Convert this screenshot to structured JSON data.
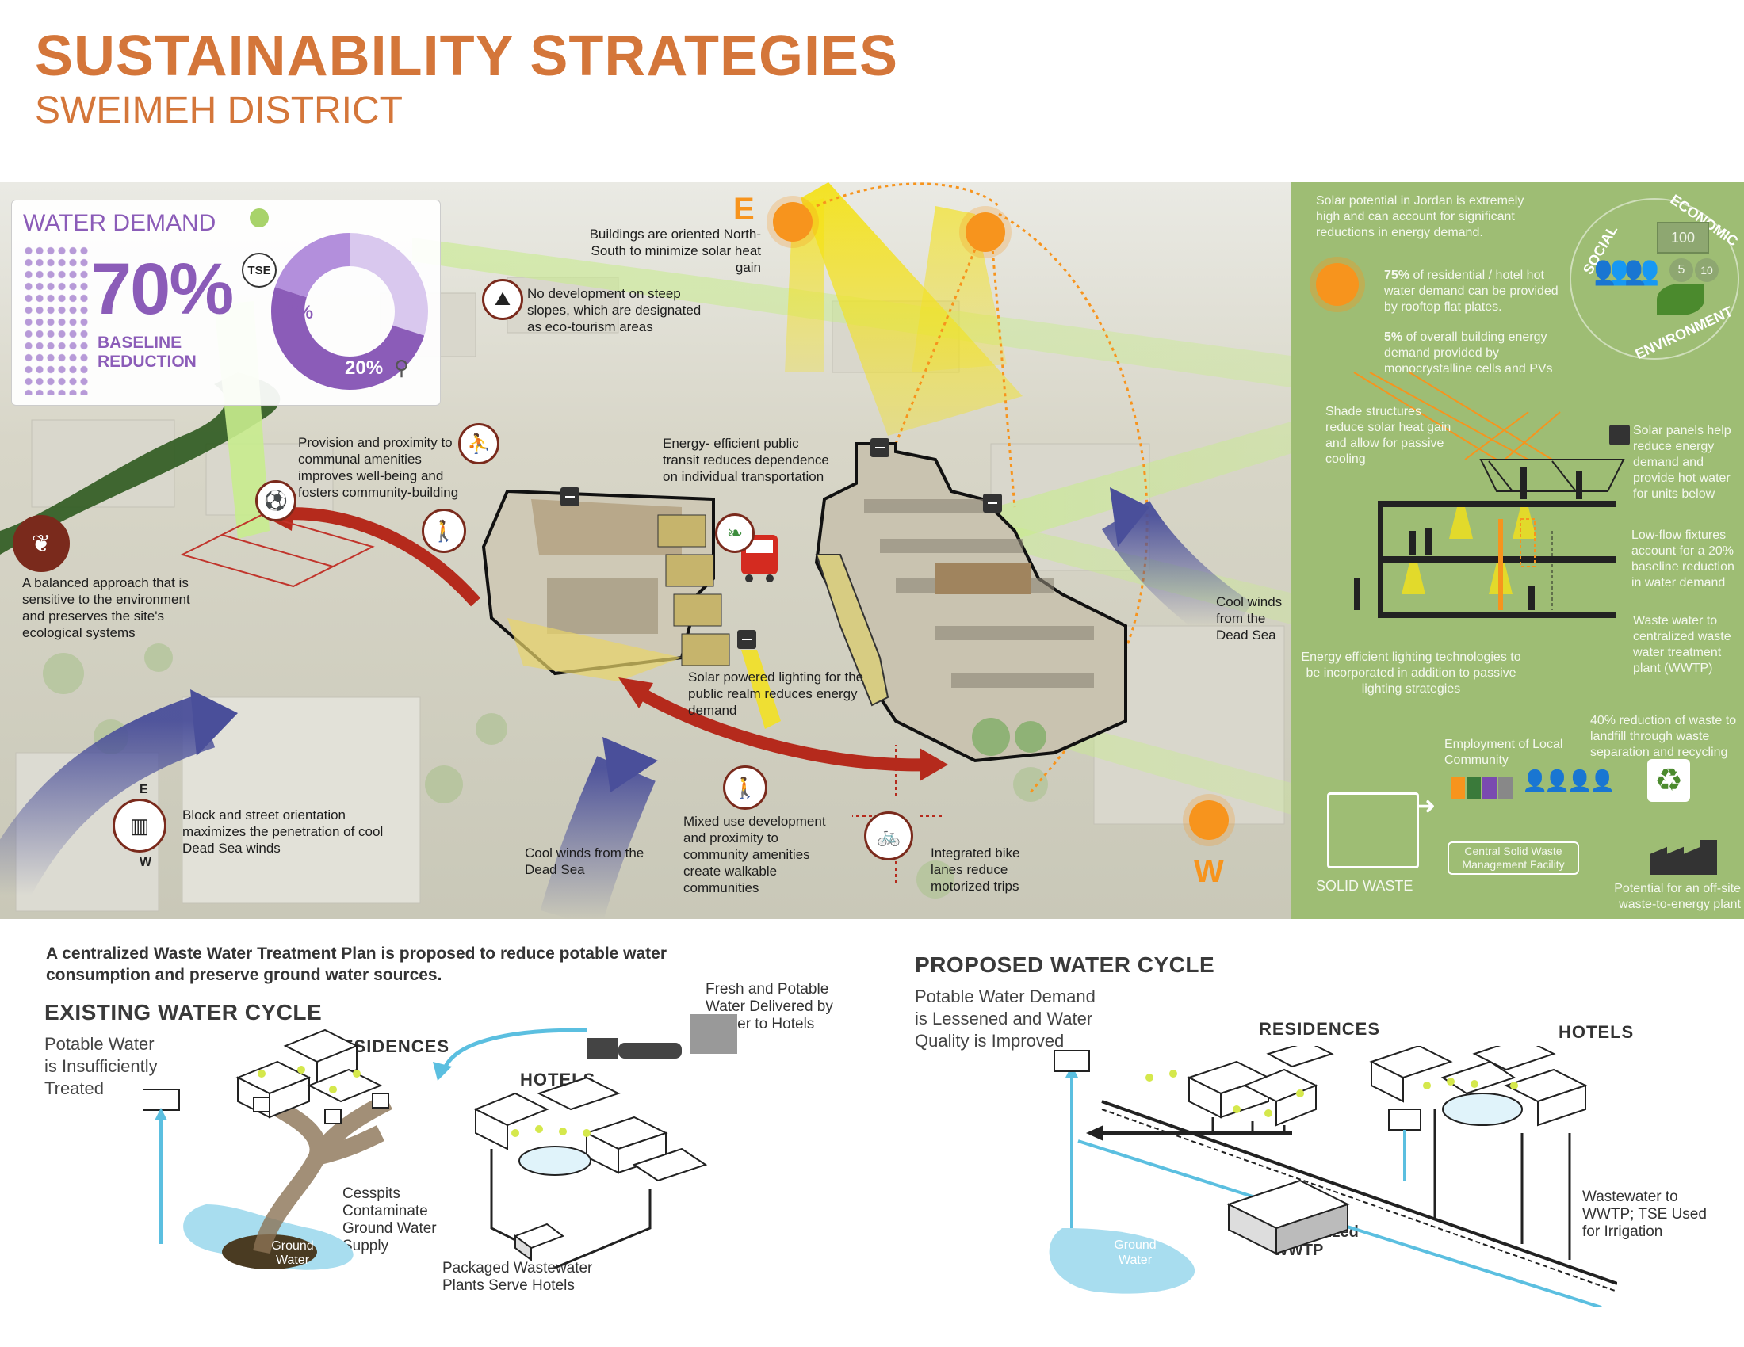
{
  "header": {
    "title": "SUSTAINABILITY STRATEGIES",
    "subtitle": "SWEIMEH DISTRICT"
  },
  "water_demand": {
    "heading": "WATER DEMAND",
    "percent": "70%",
    "baseline_label": "BASELINE",
    "reduction_label": "REDUCTION",
    "tse_label": "TSE",
    "donut_tse": "50%",
    "donut_low_flow": "20%",
    "tse_share": 0.5,
    "low_flow_share": 0.2
  },
  "sun": {
    "east": "E",
    "west": "W"
  },
  "hero_notes": {
    "orientation": "Buildings are oriented North-South to minimize solar heat gain",
    "steep_slopes": "No development on steep slopes, which are designated as eco-tourism areas",
    "amenities": "Provision and proximity to communal amenities improves well-being and fosters community-building",
    "balanced": "A balanced approach that is sensitive to the environment and preserves the site's ecological systems",
    "transit": "Energy- efficient public transit reduces dependence on individual transportation",
    "cool_winds_right": "Cool winds from the Dead Sea",
    "solar_lighting": "Solar powered lighting for the public realm reduces energy demand",
    "block_orientation": "Block and street orientation maximizes the penetration of cool Dead Sea winds",
    "cool_winds_bottom": "Cool winds from the Dead Sea",
    "mixed_use": "Mixed use development and proximity to community amenities create walkable communities",
    "bike": "Integrated bike lanes reduce motorized trips",
    "compass_e": "E",
    "compass_w": "W"
  },
  "green_panel": {
    "solar_potential": "Solar potential in Jordan is extremely high and can account for significant reductions in energy demand.",
    "hot_water_pct": "75%",
    "hot_water_text": "of residential / hotel hot water demand can be provided by rooftop flat plates.",
    "building_pct": "5%",
    "building_text": "of overall building energy demand provided by monocrystalline cells and PVs",
    "shade": "Shade structures reduce solar heat gain and allow for passive cooling",
    "solar_panels": "Solar panels help reduce energy demand and provide hot water for units below",
    "low_flow": "Low-flow fixtures account for a 20% baseline reduction in water demand",
    "waste_water": "Waste water to centralized waste water treatment plant (WWTP)",
    "lighting": "Energy efficient lighting technologies to be incorporated in addition to passive lighting strategies",
    "employment": "Employment of Local Community",
    "landfill": "40% reduction of waste to landfill through waste separation and recycling",
    "solid_waste": "SOLID WASTE",
    "facility": "Central Solid Waste Management Facility",
    "waste_energy": "Potential for an off-site waste-to-energy plant",
    "ring_social": "SOCIAL",
    "ring_economic": "ECONOMIC",
    "ring_environment": "ENVIRONMENT",
    "bill_100": "100",
    "coin_5": "5",
    "coin_10": "10"
  },
  "water_cycle": {
    "intro": "A centralized Waste Water Treatment Plan is proposed to reduce potable water consumption and preserve ground water sources.",
    "existing": {
      "heading": "EXISTING WATER CYCLE",
      "subtitle": "Potable Water is Insufficiently Treated",
      "residences": "RESIDENCES",
      "hotels": "HOTELS",
      "tanker": "Fresh and Potable Water Delivered by Tanker to Hotels",
      "cesspits": "Cesspits Contaminate Ground Water Supply",
      "ground_water": "Ground Water",
      "packaged": "Packaged Wastewater Plants Serve Hotels"
    },
    "proposed": {
      "heading": "PROPOSED WATER CYCLE",
      "subtitle": "Potable Water Demand is Lessened and Water Quality is Improved",
      "residences": "RESIDENCES",
      "hotels": "HOTELS",
      "wwtp": "Centralized WWTP",
      "ground_water": "Ground Water",
      "wastewater": "Wastewater to WWTP; TSE Used for Irrigation"
    }
  },
  "colors": {
    "title": "#d4763a",
    "panel_green": "#9ebd74",
    "water_purple": "#8b5cb8",
    "arrow_red": "#b52a1c",
    "wind_blue": "#4a4f9a",
    "sun_orange": "#f7941d",
    "water_blue": "#5bbfe0"
  }
}
